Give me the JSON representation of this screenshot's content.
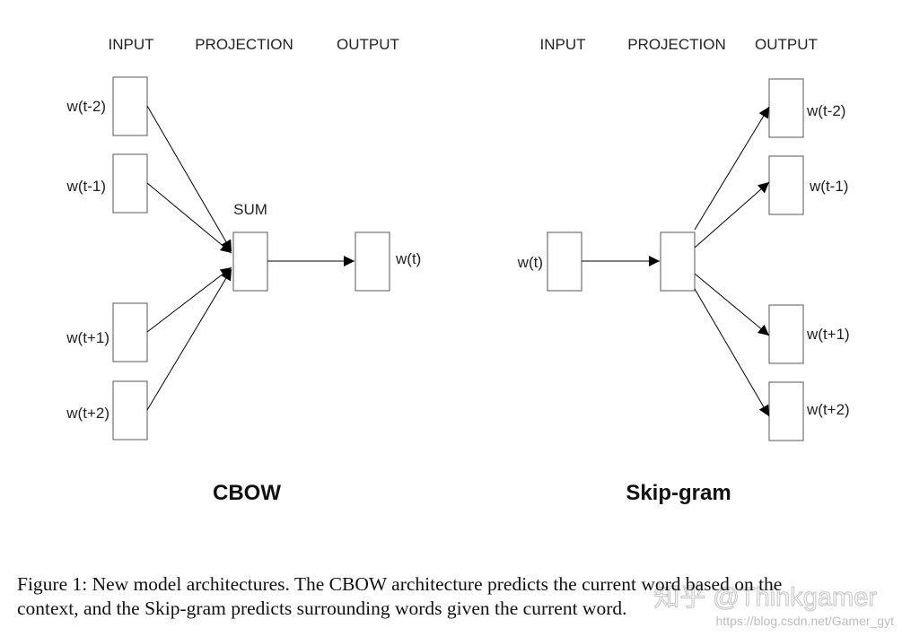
{
  "cbow": {
    "headers": {
      "input": "INPUT",
      "projection": "PROJECTION",
      "output": "OUTPUT"
    },
    "inputs": [
      "w(t-2)",
      "w(t-1)",
      "w(t+1)",
      "w(t+2)"
    ],
    "projection_label": "SUM",
    "output": "w(t)",
    "title": "CBOW"
  },
  "skipgram": {
    "headers": {
      "input": "INPUT",
      "projection": "PROJECTION",
      "output": "OUTPUT"
    },
    "input": "w(t)",
    "outputs": [
      "w(t-2)",
      "w(t-1)",
      "w(t+1)",
      "w(t+2)"
    ],
    "title": "Skip-gram"
  },
  "caption": {
    "line1": "Figure 1: New model architectures. The CBOW architecture predicts the current word based on the",
    "line2": "context, and the Skip-gram predicts surrounding words given the current word."
  },
  "watermark": {
    "main": "知乎 @Thinkgamer",
    "url": "https://blog.csdn.net/Gamer_gyt"
  }
}
